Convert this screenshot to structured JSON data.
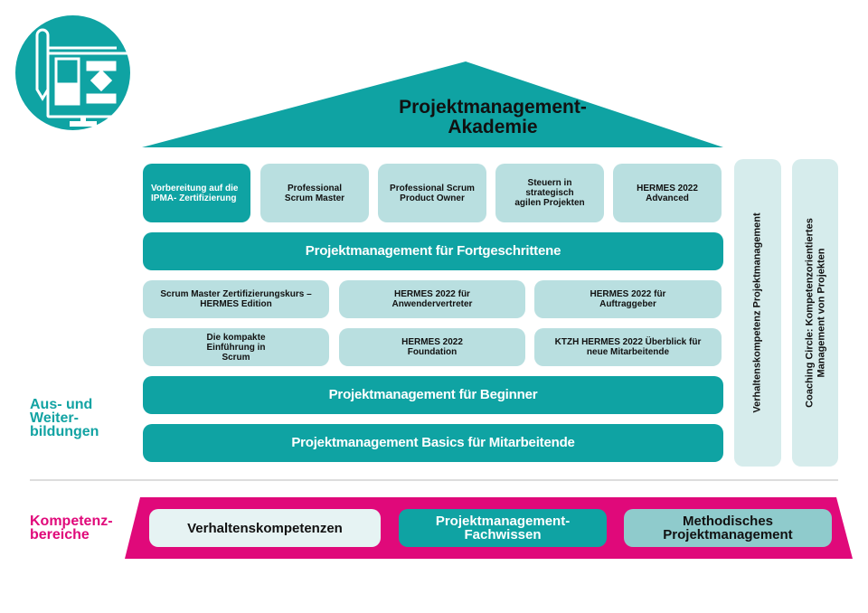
{
  "title": "Projektmanagement-Akademie",
  "title_lines": [
    "Projektmanagement-",
    "Akademie"
  ],
  "top_row": [
    {
      "label": "Vorbereitung auf die IPMA- Zertifizierung",
      "style": "dark"
    },
    {
      "label": "Professional Scrum Master",
      "style": "light"
    },
    {
      "label": "Professional Scrum Product Owner",
      "style": "light"
    },
    {
      "label": "Steuern in strategisch agilen Projekten",
      "style": "light"
    },
    {
      "label": "HERMES 2022 Advanced",
      "style": "light"
    }
  ],
  "advanced_bar": "Projektmanagement für Fortgeschrittene",
  "middle_row_1": [
    "Scrum Master Zertifizierungskurs – HERMES Edition",
    "HERMES 2022 für Anwendervertreter",
    "HERMES 2022 für Auftraggeber"
  ],
  "middle_row_2": [
    "Die kompakte Einführung in Scrum",
    "HERMES 2022 Foundation",
    "KTZH HERMES 2022 Überblick für neue Mitarbeitende"
  ],
  "beginner_bar": "Projektmanagement für Beginner",
  "basics_bar": "Projektmanagement Basics für Mitarbeitende",
  "columns": [
    "Verhaltenskompetenz Projektmanagement",
    "Coaching Circle: Kompetenzorientiertes Management von Projekten"
  ],
  "side_label_training": "Aus- und Weiter-bildungen",
  "side_label_competence": "Kompetenz-bereiche",
  "competence_areas": [
    "Verhaltenskompetenzen",
    "Projektmanagement-Fachwissen",
    "Methodisches Projektmanagement"
  ],
  "icon": "computer-flowchart-icon",
  "colors": {
    "teal": "#0fa3a3",
    "light_teal": "#b9dfe0",
    "pink": "#e0097a"
  }
}
